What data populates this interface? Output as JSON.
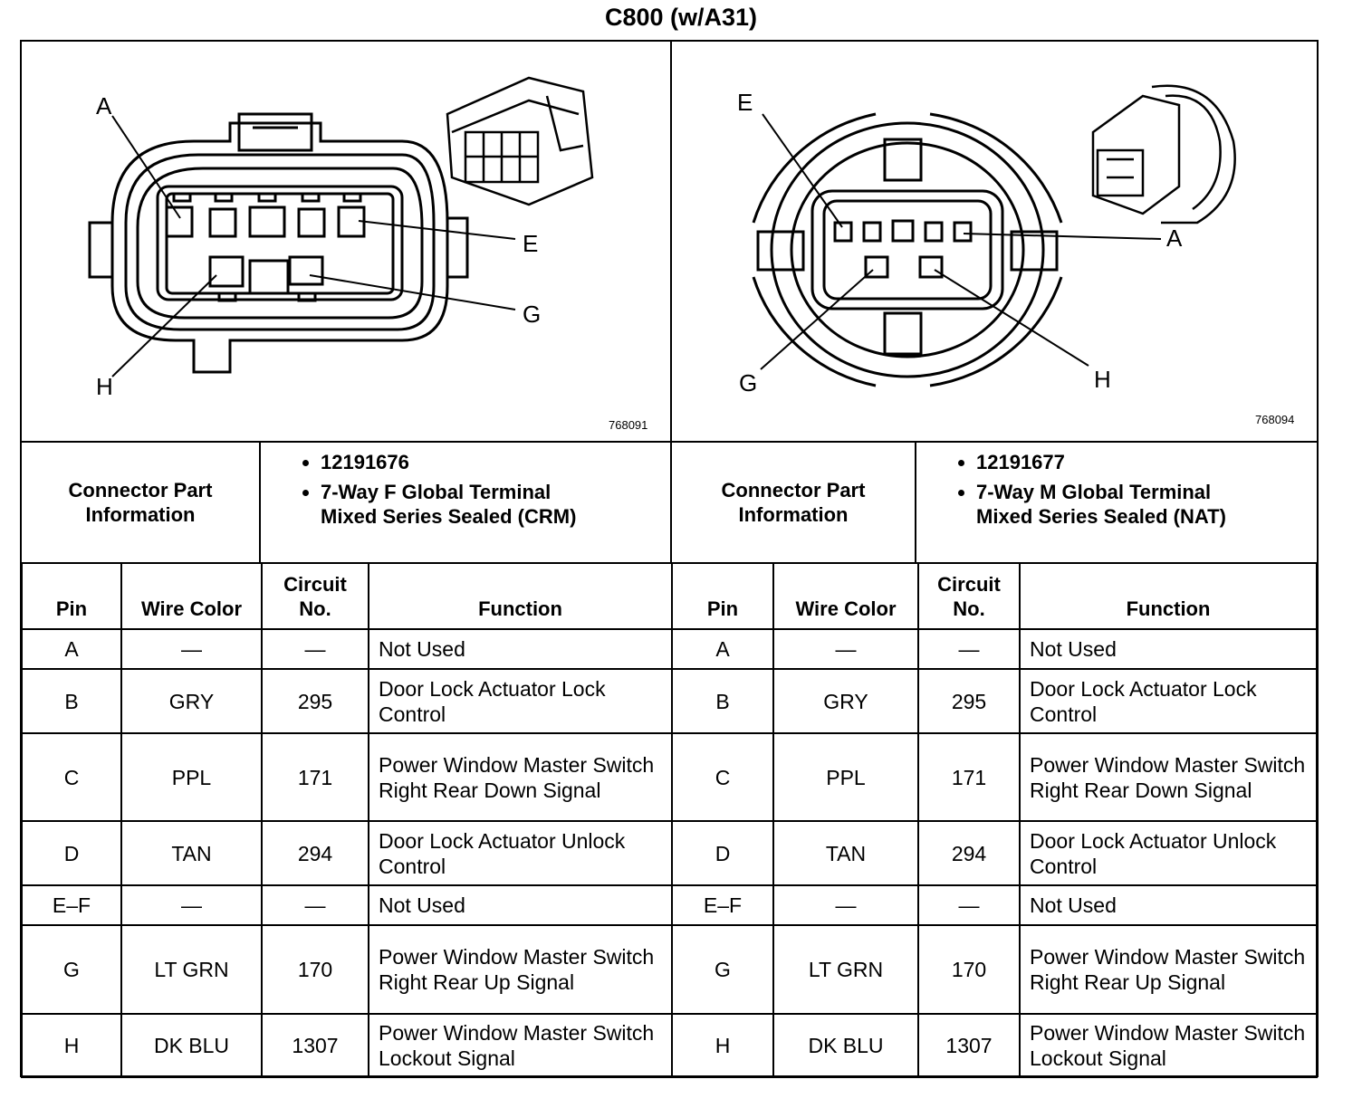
{
  "title": "C800 (w/A31)",
  "left": {
    "figure_id": "768091",
    "pin_labels": [
      "A",
      "E",
      "G",
      "H"
    ],
    "info_label": "Connector Part Information",
    "part_info": [
      "12191676",
      "7-Way F Global Terminal Mixed Series Sealed (CRM)"
    ],
    "headers": {
      "pin": "Pin",
      "wire": "Wire Color",
      "circuit": "Circuit No.",
      "function": "Function"
    },
    "rows": [
      {
        "pin": "A",
        "wire": "—",
        "circuit": "—",
        "function": "Not Used"
      },
      {
        "pin": "B",
        "wire": "GRY",
        "circuit": "295",
        "function": "Door Lock Actuator Lock Control"
      },
      {
        "pin": "C",
        "wire": "PPL",
        "circuit": "171",
        "function": "Power Window Master Switch Right Rear Down Signal"
      },
      {
        "pin": "D",
        "wire": "TAN",
        "circuit": "294",
        "function": "Door Lock Actuator Unlock Control"
      },
      {
        "pin": "E–F",
        "wire": "—",
        "circuit": "—",
        "function": "Not Used"
      },
      {
        "pin": "G",
        "wire": "LT GRN",
        "circuit": "170",
        "function": "Power Window Master Switch Right Rear Up Signal"
      },
      {
        "pin": "H",
        "wire": "DK BLU",
        "circuit": "1307",
        "function": "Power Window Master Switch Lockout Signal"
      }
    ]
  },
  "right": {
    "figure_id": "768094",
    "pin_labels": [
      "E",
      "A",
      "G",
      "H"
    ],
    "info_label": "Connector Part Information",
    "part_info": [
      "12191677",
      "7-Way M Global Terminal Mixed Series Sealed (NAT)"
    ],
    "headers": {
      "pin": "Pin",
      "wire": "Wire Color",
      "circuit": "Circuit No.",
      "function": "Function"
    },
    "rows": [
      {
        "pin": "A",
        "wire": "—",
        "circuit": "—",
        "function": "Not Used"
      },
      {
        "pin": "B",
        "wire": "GRY",
        "circuit": "295",
        "function": "Door Lock Actuator Lock Control"
      },
      {
        "pin": "C",
        "wire": "PPL",
        "circuit": "171",
        "function": "Power Window Master Switch Right Rear Down Signal"
      },
      {
        "pin": "D",
        "wire": "TAN",
        "circuit": "294",
        "function": "Door Lock Actuator Unlock Control"
      },
      {
        "pin": "E–F",
        "wire": "—",
        "circuit": "—",
        "function": "Not Used"
      },
      {
        "pin": "G",
        "wire": "LT GRN",
        "circuit": "170",
        "function": "Power Window Master Switch Right Rear Up Signal"
      },
      {
        "pin": "H",
        "wire": "DK BLU",
        "circuit": "1307",
        "function": "Power Window Master Switch Lockout Signal"
      }
    ]
  }
}
